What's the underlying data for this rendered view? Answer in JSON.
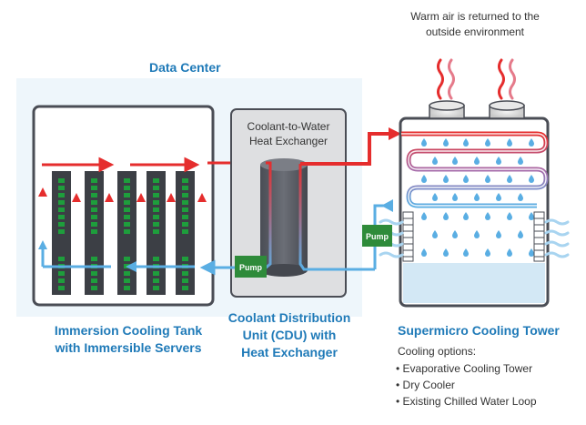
{
  "top_note": [
    "Warm air is returned to the",
    "outside environment"
  ],
  "data_center_title": "Data Center",
  "heat_exchanger_label": [
    "Coolant-to-Water",
    "Heat Exchanger"
  ],
  "pump_label": "Pump",
  "tank_label": [
    "Immersion Cooling Tank",
    "with Immersible Servers"
  ],
  "cdu_label": [
    "Coolant Distribution",
    "Unit (CDU) with",
    "Heat Exchanger"
  ],
  "tower_title": "Supermicro Cooling Tower",
  "options_heading": "Cooling options:",
  "options": [
    "• Evaporative Cooling Tower",
    "• Dry Cooler",
    "• Existing Chilled Water Loop"
  ],
  "colors": {
    "hot": "#e52d2d",
    "cool": "#5aaee3",
    "title_blue": "#1f7ab8",
    "pump_green": "#2e8b3a",
    "server_dark": "#3c3f45",
    "led_green": "#1e9e3c",
    "dc_bg": "#eef6fb"
  }
}
